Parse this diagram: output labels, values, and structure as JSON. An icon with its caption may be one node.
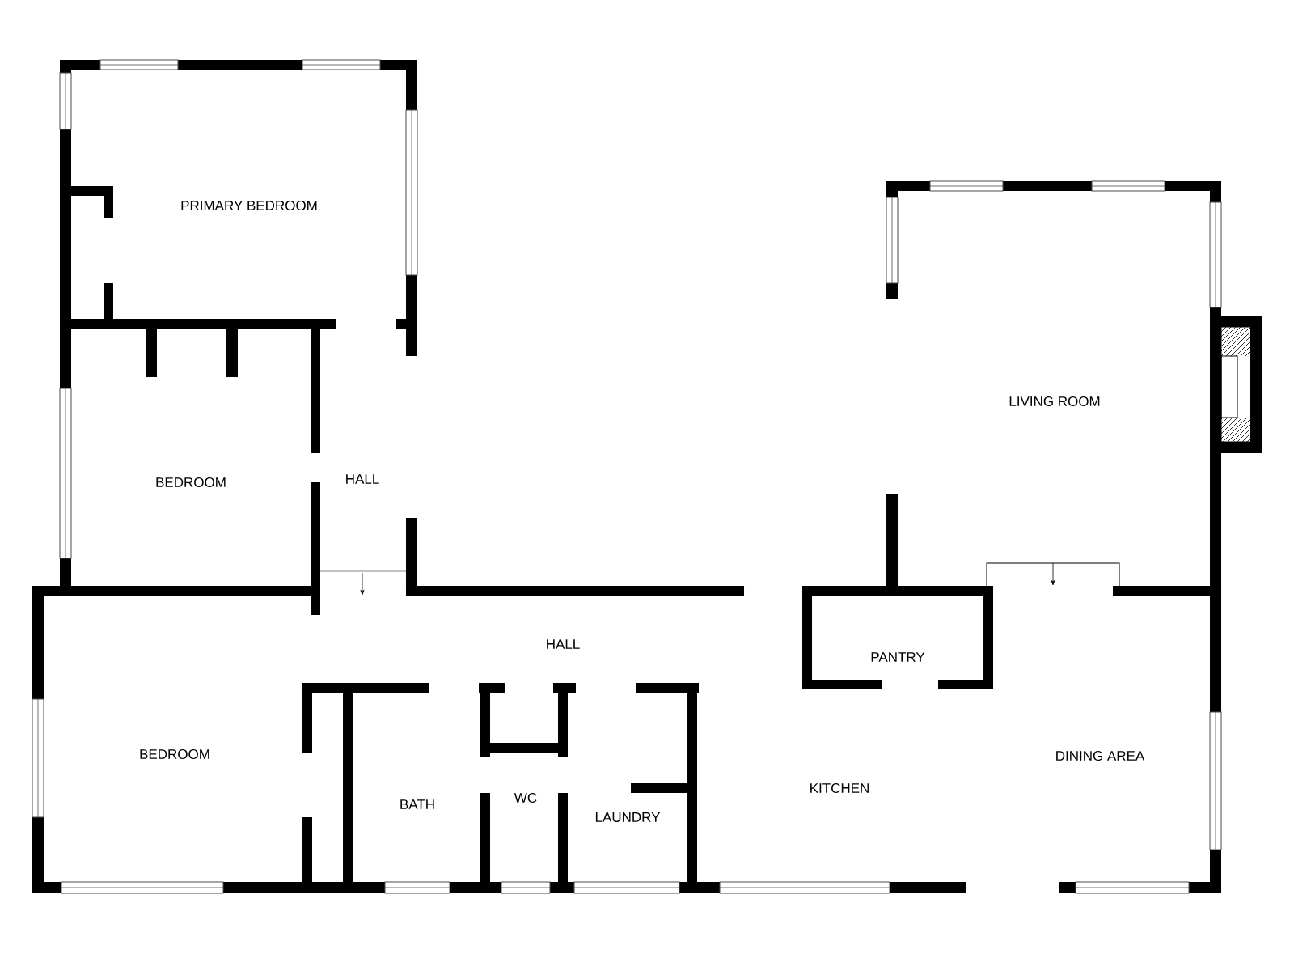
{
  "diagram": {
    "labels": [
      "PRIMARY BEDROOM",
      "BEDROOM",
      "HALL",
      "LIVING ROOM",
      "HALL",
      "PANTRY",
      "BEDROOM",
      "BATH",
      "WC",
      "LAUNDRY",
      "KITCHEN",
      "DINING AREA"
    ]
  }
}
